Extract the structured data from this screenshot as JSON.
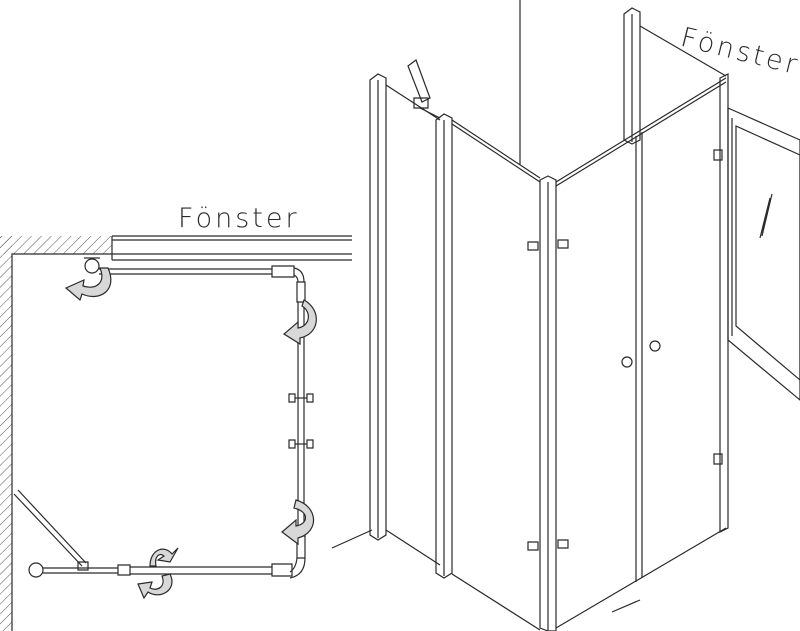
{
  "labels": {
    "window_plan": "Fönster",
    "window_iso": "Fönster"
  },
  "colors": {
    "line": "#2a2a2a",
    "arrow_fill": "#d8d8d8",
    "hatch": "#555555"
  },
  "icons": {
    "pivot_arrow": "curved-rotation-arrow",
    "hinge": "hinge-icon",
    "door_knob": "knob-icon"
  }
}
